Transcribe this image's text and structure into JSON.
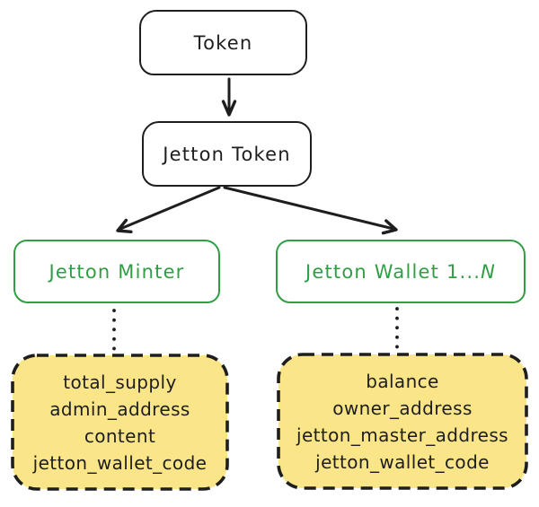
{
  "diagram": {
    "nodes": {
      "token": {
        "label": "Token"
      },
      "jetton_token": {
        "label": "Jetton Token"
      },
      "jetton_minter": {
        "label": "Jetton Minter"
      },
      "jetton_wallet": {
        "label": "Jetton Wallet 1...",
        "label_suffix": "N"
      },
      "minter_fields": [
        "total_supply",
        "admin_address",
        "content",
        "jetton_wallet_code"
      ],
      "wallet_fields": [
        "balance",
        "owner_address",
        "jetton_master_address",
        "jetton_wallet_code"
      ]
    },
    "edges": [
      {
        "from": "token",
        "to": "jetton_token",
        "style": "solid-arrow"
      },
      {
        "from": "jetton_token",
        "to": "jetton_minter",
        "style": "solid-arrow"
      },
      {
        "from": "jetton_token",
        "to": "jetton_wallet",
        "style": "solid-arrow"
      },
      {
        "from": "jetton_minter",
        "to": "minter_fields",
        "style": "dotted"
      },
      {
        "from": "jetton_wallet",
        "to": "wallet_fields",
        "style": "dotted"
      }
    ],
    "colors": {
      "stroke_black": "#1e1e1e",
      "stroke_green": "#2f9e44",
      "fill_yellow": "#fae588",
      "background": "#ffffff"
    }
  }
}
